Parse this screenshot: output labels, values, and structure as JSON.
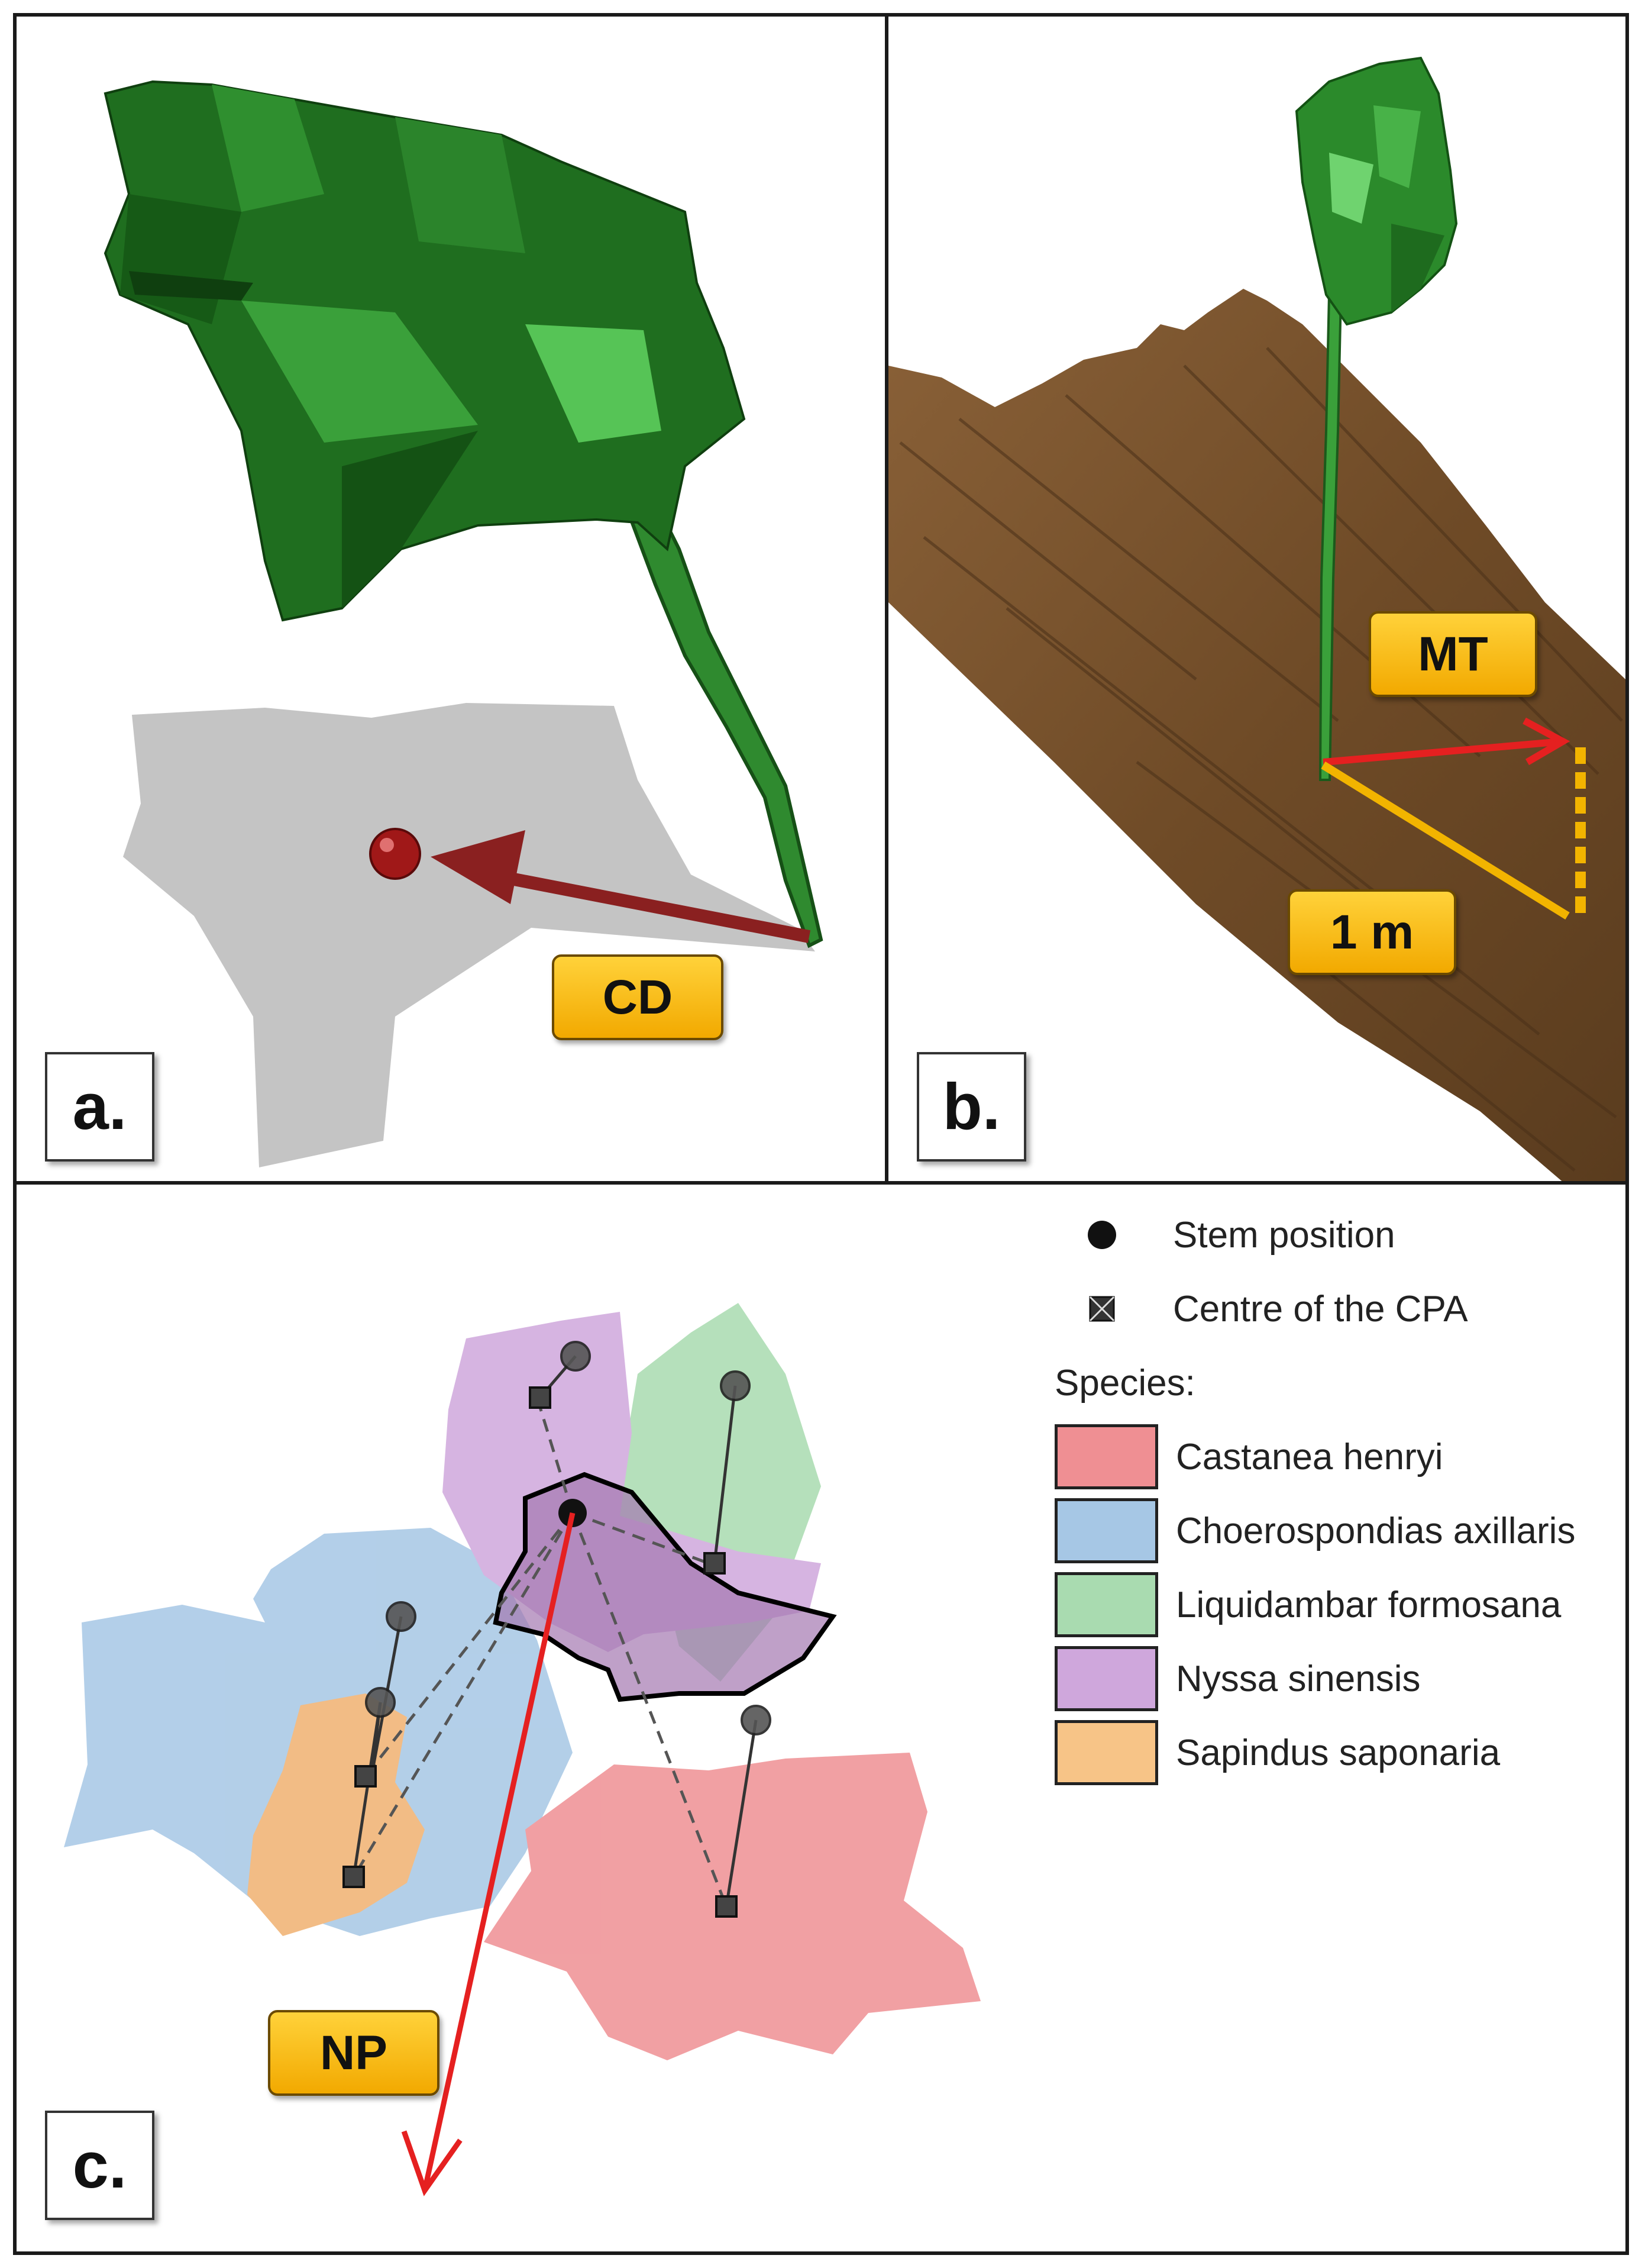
{
  "panel_a": {
    "letter": "a.",
    "tag": "CD"
  },
  "panel_b": {
    "letter": "b.",
    "tag_top": "MT",
    "tag_bottom": "1 m"
  },
  "panel_c": {
    "letter": "c.",
    "tag": "NP",
    "legend": {
      "stem": "Stem position",
      "centre": "Centre of the CPA",
      "species_heading": "Species:",
      "species": [
        {
          "name": "Castanea henryi",
          "color": "#ef8f93"
        },
        {
          "name": "Choerospondias axillaris",
          "color": "#a6c7e5"
        },
        {
          "name": "Liquidambar formosana",
          "color": "#a9dbb0"
        },
        {
          "name": "Nyssa sinensis",
          "color": "#cfa7dc"
        },
        {
          "name": "Sapindus saponaria",
          "color": "#f7c487"
        }
      ]
    }
  },
  "colors": {
    "crown": "#1e6b1e",
    "ground": "#7a5530",
    "arrow_red": "#e52020",
    "scale_yellow": "#f2b400"
  }
}
